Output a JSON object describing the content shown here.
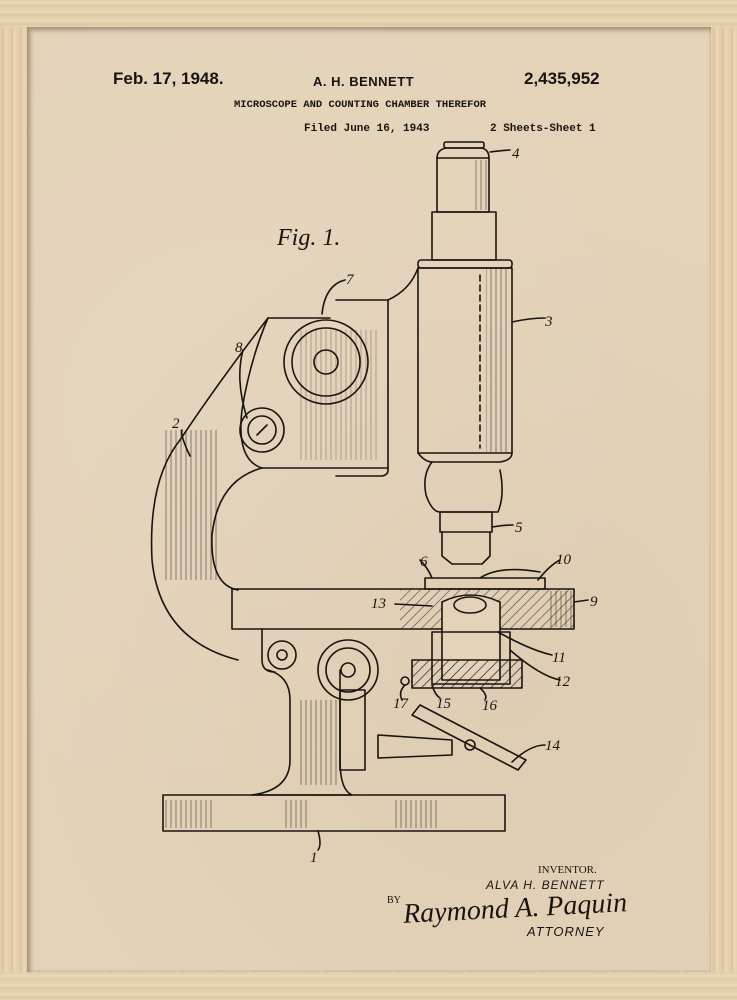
{
  "header": {
    "date": "Feb. 17, 1948.",
    "inventor": "A. H. BENNETT",
    "patent_number": "2,435,952",
    "title": "MICROSCOPE AND COUNTING CHAMBER THEREFOR",
    "filed": "Filed June 16, 1943",
    "sheets": "2 Sheets-Sheet 1"
  },
  "figure": {
    "label": "Fig. 1.",
    "part_numbers": [
      "1",
      "2",
      "3",
      "4",
      "5",
      "6",
      "7",
      "8",
      "9",
      "10",
      "11",
      "12",
      "13",
      "14",
      "15",
      "16",
      "17"
    ]
  },
  "footer": {
    "inventor_label": "INVENTOR.",
    "inventor_name": "ALVA H. BENNETT",
    "by": "BY",
    "signature": "Raymond A. Paquin",
    "attorney_label": "ATTORNEY"
  },
  "colors": {
    "paper": "#e4d3b9",
    "ink": "#1a1410",
    "frame": "#e3cca8"
  }
}
